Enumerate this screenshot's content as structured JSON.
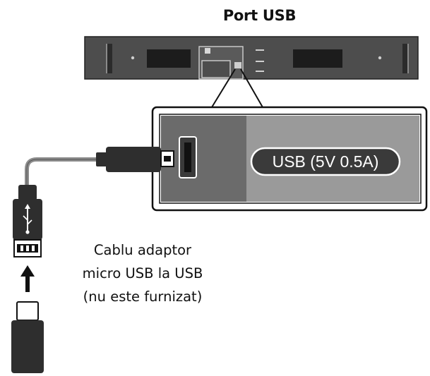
{
  "labels": {
    "port_title": "Port USB",
    "usb_spec": "USB (5V 0.5A)",
    "adaptor_caption": [
      "Cablu adaptor",
      "micro USB la USB",
      "(nu este furnizat)"
    ]
  },
  "colors": {
    "device_body": "#4d4d4d",
    "zoom_panel_left": "#6b6b6b",
    "zoom_panel_right": "#9a9a9a",
    "usb_pill": "#3a3a3a",
    "connector": "#2e2e2e",
    "cable": "#8c8c8c",
    "outline": "#111111"
  }
}
